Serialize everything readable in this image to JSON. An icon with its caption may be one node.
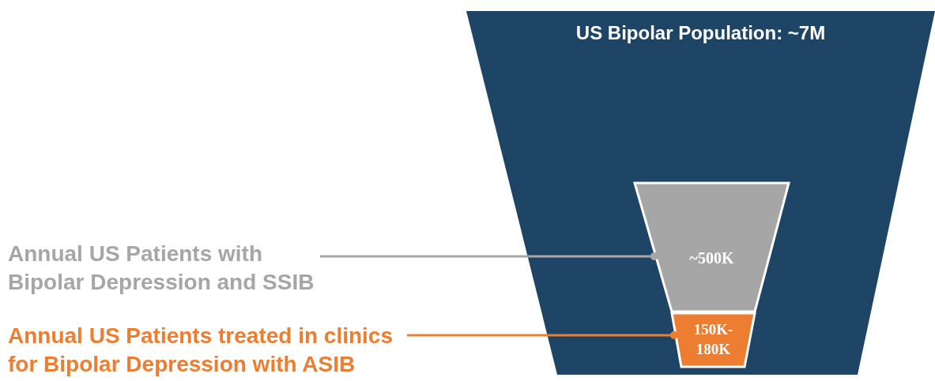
{
  "diagram": {
    "nodes": [
      {
        "text": [
          "US Bipolar Population: ~7M"
        ]
      },
      {
        "text": [
          "~500K"
        ],
        "in": 0
      },
      {
        "text": [
          "150K- 180K"
        ],
        "in": 0
      },
      {
        "text": [
          "Annual US Patients with Bipolar Depression and SSIB"
        ]
      },
      {
        "text": [
          "Annual US Patients treated in clinics for Bipolar Depression with ASIB"
        ]
      }
    ],
    "edges": [
      {
        "from": 3,
        "to": 1,
        "arrow": "other",
        "color": "#a6a6a6"
      },
      {
        "from": 4,
        "to": 2,
        "arrow": "other",
        "color": "#ed7d31"
      }
    ]
  }
}
